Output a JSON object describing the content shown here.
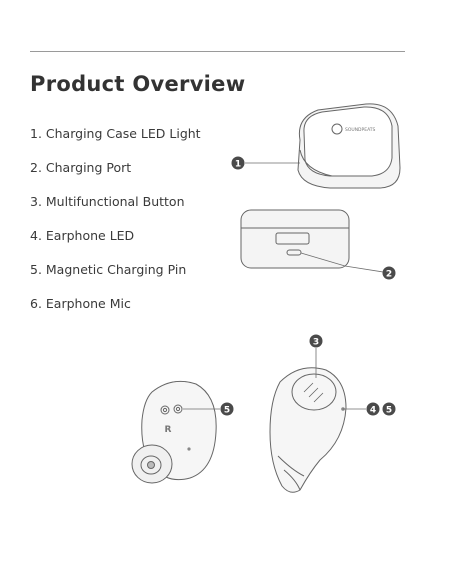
{
  "page": {
    "title": "Product Overview",
    "features": [
      "1. Charging Case LED Light",
      "2. Charging Port",
      "3. Multifunctional Button",
      "4. Earphone LED",
      "5. Magnetic Charging Pin",
      "6. Earphone Mic"
    ]
  },
  "case_top": {
    "brand_text": "SOUNDPEATS"
  },
  "earbud_back": {
    "side_letter": "R"
  },
  "callouts": {
    "case_led": "1",
    "charging_port": "2",
    "button": "3",
    "earphone_led": "4",
    "charging_pin_right": "5",
    "charging_pin_left": "5"
  },
  "colors": {
    "callout_fill": "#4a4a4a",
    "line": "#6e6e6e",
    "case_fill": "#f4f4f4"
  }
}
